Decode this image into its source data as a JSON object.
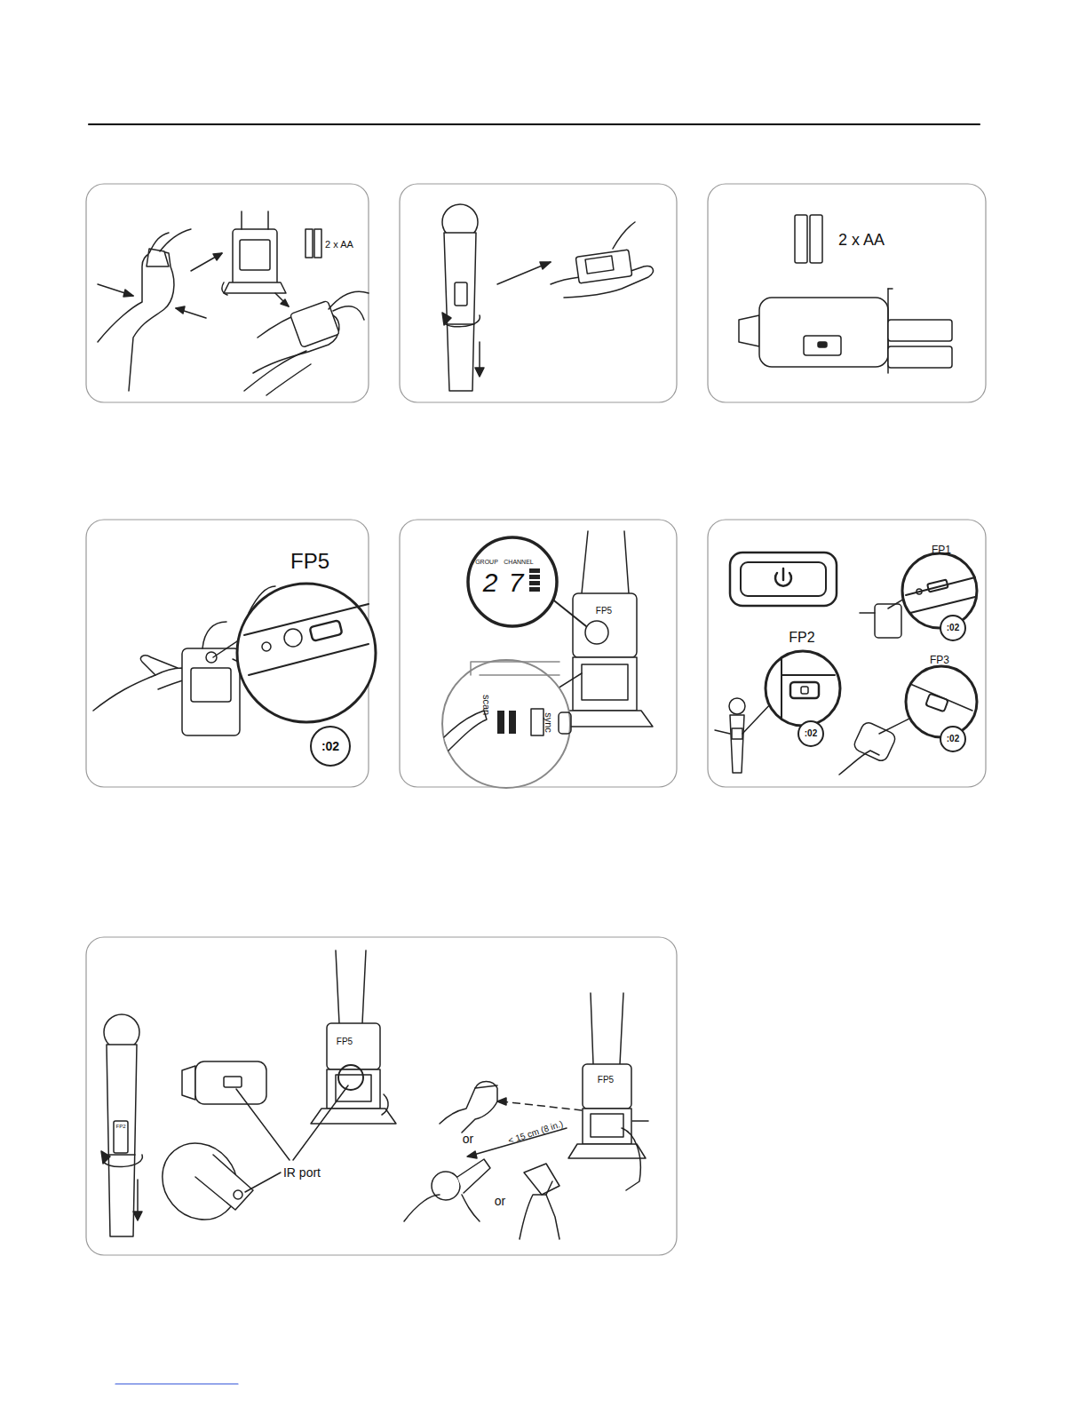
{
  "diagram": {
    "labels": [
      "2 x AA",
      "2 x AA",
      "FP5",
      ":02",
      "GROUP",
      "CHANNEL",
      "2",
      "7",
      "FP5",
      "scan",
      "sync",
      "FP1",
      ":02",
      "FP2",
      ":02",
      "FP3",
      ":02",
      "FP2",
      "FP5",
      "IR port",
      "FP5",
      "or",
      "< 15 cm (8 in.)",
      "or"
    ]
  }
}
